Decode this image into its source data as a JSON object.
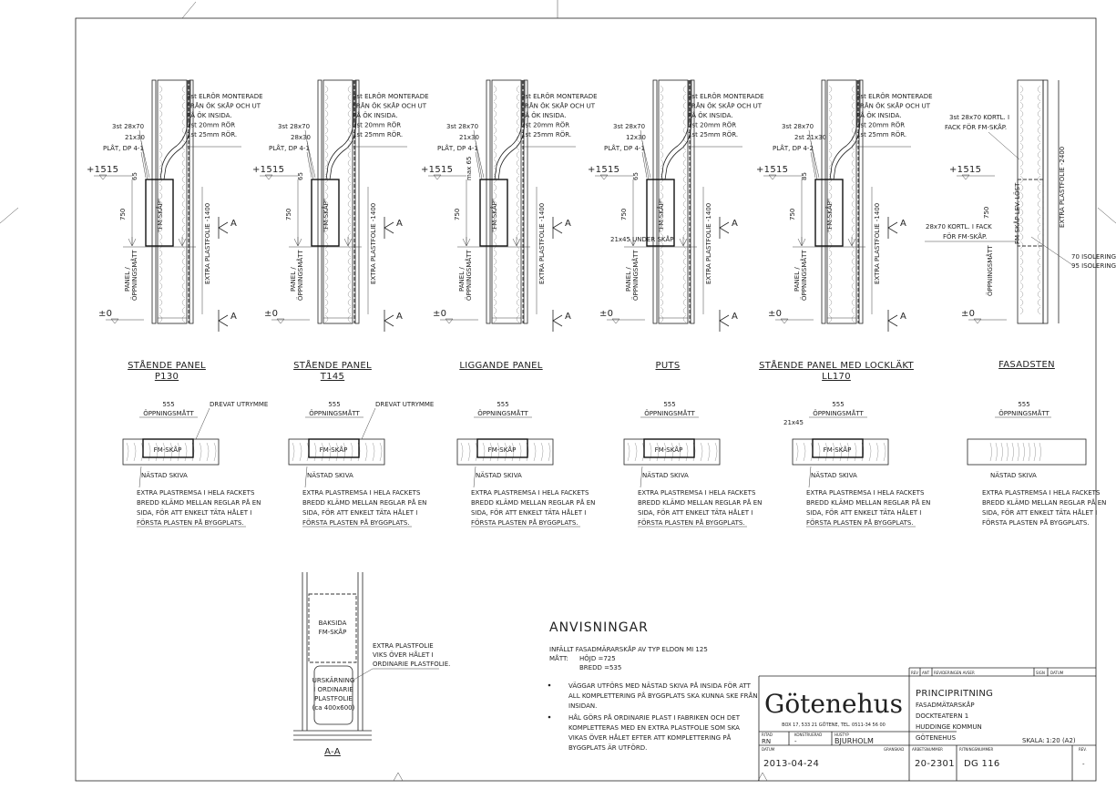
{
  "columns": [
    {
      "title": "STÅENDE PANEL",
      "subtitle": "P130",
      "top_labels": [
        "3st 28x70",
        "21x30",
        "PLÅT, DP 4-1"
      ],
      "dim_top": "65",
      "extra_label": "",
      "plan_side_label": "DREVAT UTRYMME",
      "plan_left_label": ""
    },
    {
      "title": "STÅENDE PANEL",
      "subtitle": "T145",
      "top_labels": [
        "3st 28x70",
        "28x30",
        "PLÅT, DP 4-1"
      ],
      "dim_top": "65",
      "extra_label": "",
      "plan_side_label": "DREVAT UTRYMME",
      "plan_left_label": ""
    },
    {
      "title": "LIGGANDE PANEL",
      "subtitle": "",
      "top_labels": [
        "3st 28x70",
        "21x30",
        "PLÅT, DP 4-1"
      ],
      "dim_top": "max 65",
      "extra_label": "",
      "plan_side_label": "",
      "plan_left_label": ""
    },
    {
      "title": "PUTS",
      "subtitle": "",
      "top_labels": [
        "3st 28x70",
        "12x30",
        "PLÅT, DP 4-1"
      ],
      "dim_top": "65",
      "extra_label": "21x45 UNDER SKÅP",
      "plan_side_label": "",
      "plan_left_label": ""
    },
    {
      "title": "STÅENDE PANEL MED LOCKLÄKT",
      "subtitle": "LL170",
      "top_labels": [
        "3st 28x70",
        "2st 21x30",
        "PLÅT, DP 4-2"
      ],
      "dim_top": "85",
      "extra_label": "",
      "plan_side_label": "",
      "plan_left_label": "21x45"
    }
  ],
  "common": {
    "conduit_note": [
      "3st ELRÖR MONTERADE",
      "FRÅN ÖK SKÅP OCH UT",
      "PÅ ÖK INSIDA.",
      "2st 20mm RÖR",
      "1st 25mm RÖR."
    ],
    "level_top": "+1515",
    "level_bottom": "±0",
    "dim_height": "750",
    "box_label": "\"FM-SKÅP\"",
    "opening_label": [
      "PANEL /",
      "ÖPPNINGSMÅTT"
    ],
    "foil_label": "EXTRA PLASTFOLIE -1400",
    "section_mark": "A",
    "plan_width": "555",
    "plan_width_label": "ÖPPNINGSMÅTT",
    "plan_box": "FM-SKÅP",
    "plan_board": "NÄSTAD SKIVA",
    "plan_note": [
      "EXTRA PLASTREMSA I HELA FACKETS",
      "BREDD KLÄMD MELLAN REGLAR PÅ EN",
      "SIDA, FÖR ATT ENKELT TÄTA HÅLET I",
      "FÖRSTA PLASTEN PÅ BYGGPLATS."
    ]
  },
  "fasadsten": {
    "title": "FASADSTEN",
    "note_top": [
      "3st 28x70 KORTL. I",
      "FACK FÖR FM-SKÅP."
    ],
    "note_mid": [
      "28x70 KORTL. I FACK",
      "FÖR FM-SKÅP."
    ],
    "box_label": "FM-SKÅP LEV. LÖST",
    "foil_label": "EXTRA PLASTFOLIE -2400",
    "insulation": [
      "70 ISOLERING",
      "95 ISOLERING"
    ],
    "opening_label": "ÖPPNINGSMÅTT"
  },
  "section_aa": {
    "title": "A-A",
    "back_label": [
      "BAKSIDA",
      "FM-SKÅP"
    ],
    "cut_label": [
      "URSKÄRNING",
      "I ORDINARIE",
      "PLASTFOLIE",
      "(ca 400x600)"
    ],
    "note": [
      "EXTRA PLASTFOLIE",
      "VIKS ÖVER HÅLET I",
      "ORDINARIE PLASTFOLIE."
    ]
  },
  "instructions": {
    "heading": "ANVISNINGAR",
    "line1": "INFÄLLT FASADMÄRARSKÅP AV TYP ELDON MI 125",
    "matt_label": "MÅTT:",
    "hojd": "HÖJD   =725",
    "bredd": "BREDD =535",
    "bullets": [
      [
        "VÄGGAR UTFÖRS MED NÄSTAD SKIVA PÅ INSIDA FÖR ATT",
        "ALL KOMPLETTERING PÅ BYGGPLATS SKA KUNNA SKE FRÅN",
        "INSIDAN."
      ],
      [
        "HÅL GÖRS PÅ ORDINARIE PLAST I FABRIKEN OCH DET",
        "KOMPLETTERAS MED EN EXTRA PLASTFOLIE SOM SKA",
        "VIKAS ÖVER HÅLET EFTER ATT KOMPLETTERING PÅ",
        "BYGGPLATS ÄR UTFÖRD."
      ]
    ]
  },
  "title_block": {
    "rev_headers": [
      "REV",
      "ANT",
      "REVIDERINGEN AVSER",
      "SIGN",
      "DATUM"
    ],
    "company": "Götenehus",
    "address": "BOX 17, 533 21 GÖTENE, TEL. 0511-34 56 00",
    "drawing_type": "PRINCIPRITNING",
    "lines": [
      "FASADMÄTARSKÅP",
      "DOCKTEATERN 1",
      "HUDDINGE KOMMUN",
      "GÖTENEHUS"
    ],
    "ritad_label": "RITAD",
    "ritad": "RN",
    "konstruerad_label": "KONSTRUERAD",
    "konstruerad": "-",
    "hustyp_label": "HUSTYP",
    "hustyp": "BJURHOLM",
    "datum_label": "DATUM",
    "datum": "2013-04-24",
    "granskad_label": "GRANSKAD",
    "scale_label": "SKALA:",
    "scale": "1:20 (A2)",
    "arbetsnummer_label": "ARBETSNUMMER",
    "arbetsnummer": "20-2301",
    "ritningsnummer_label": "RITNINGSNUMMER",
    "ritningsnummer": "DG 116",
    "rev_label": "REV.",
    "rev": "-"
  }
}
